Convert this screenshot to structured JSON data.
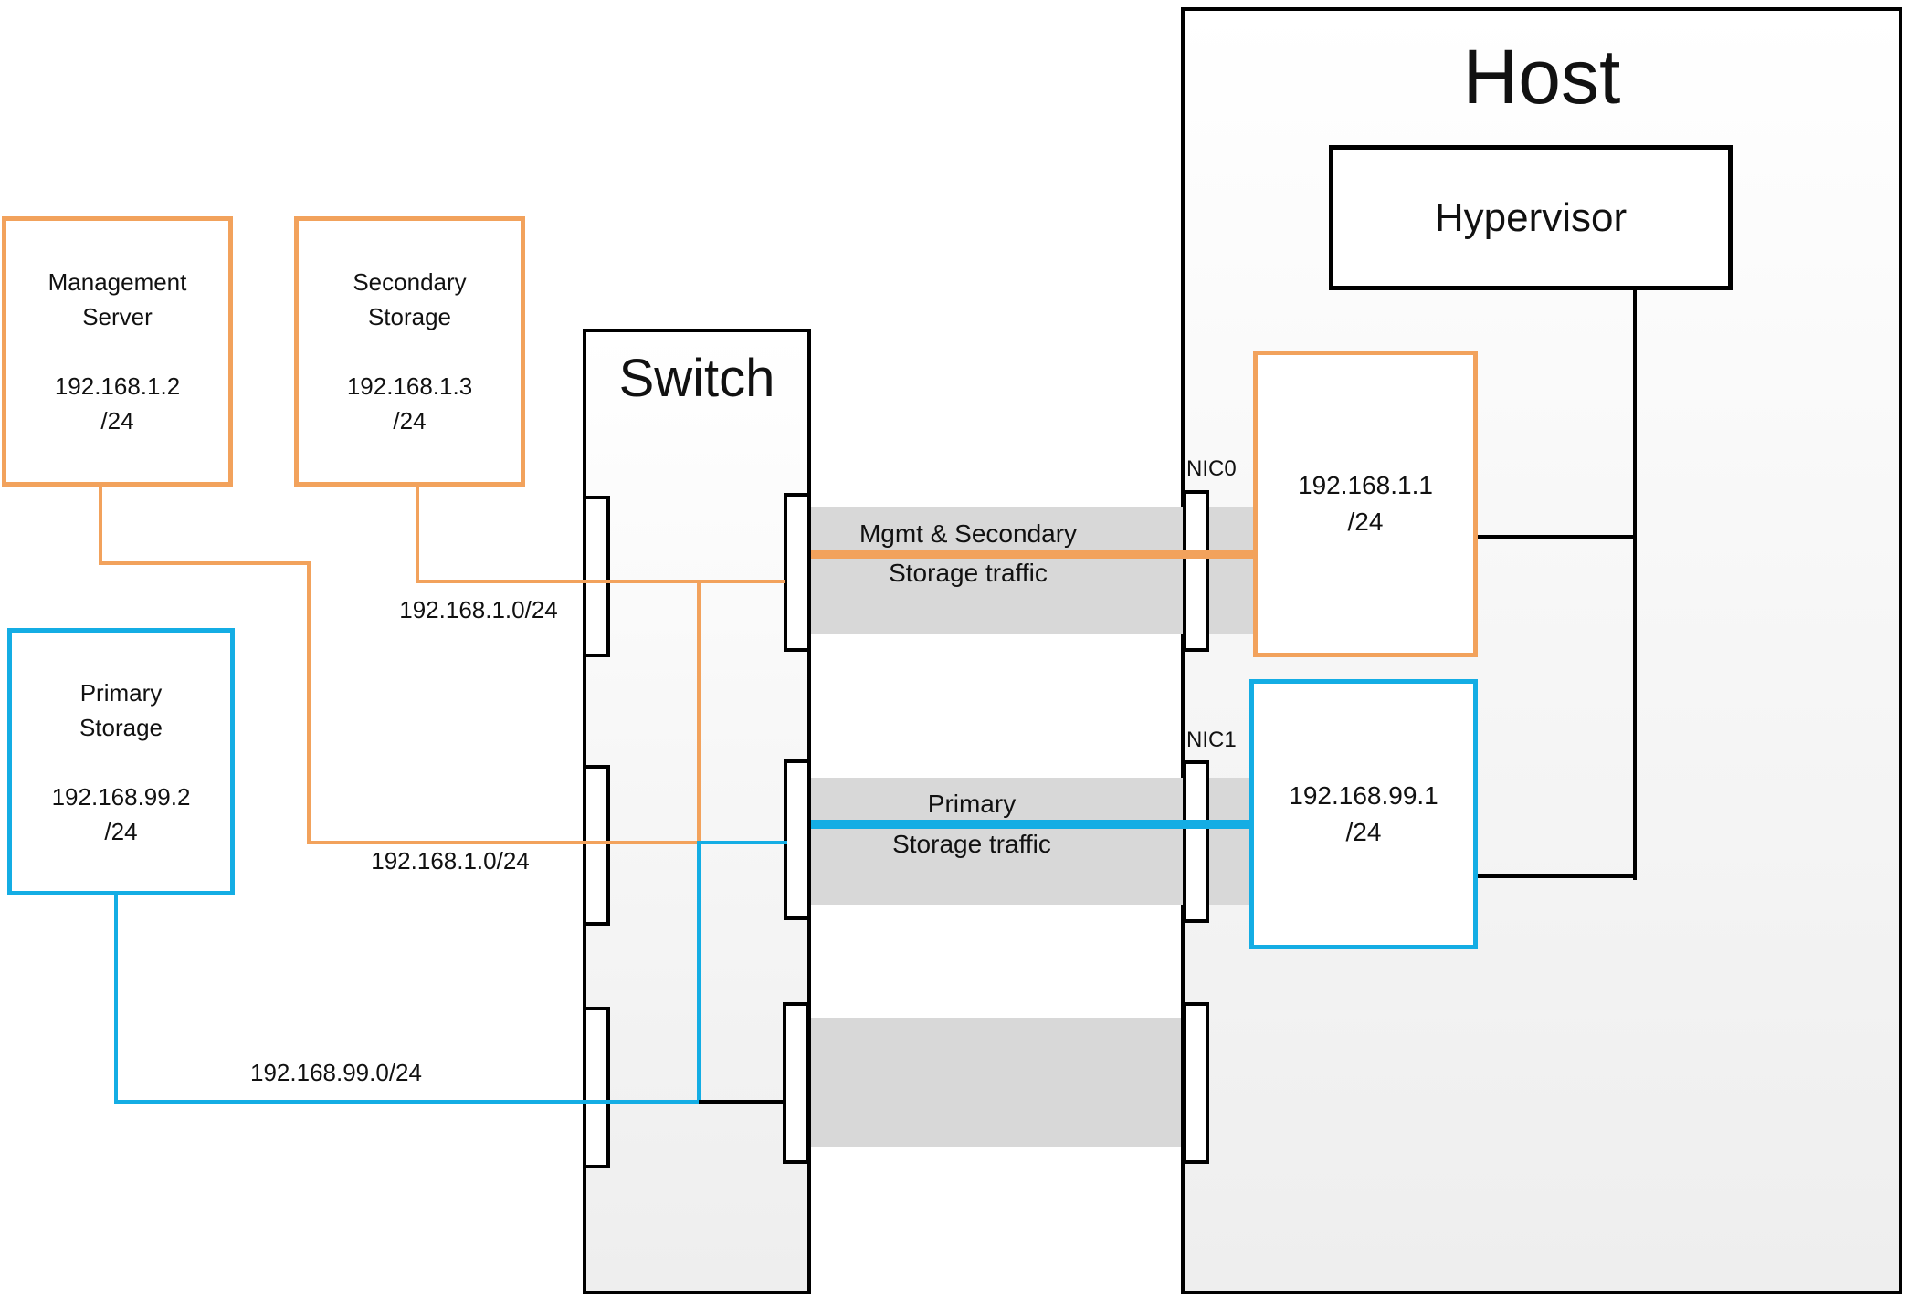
{
  "nodes": {
    "management": {
      "name_line1": "Management",
      "name_line2": "Server",
      "ip": "192.168.1.2",
      "mask": "/24"
    },
    "secondary": {
      "name_line1": "Secondary",
      "name_line2": "Storage",
      "ip": "192.168.1.3",
      "mask": "/24"
    },
    "primary": {
      "name_line1": "Primary",
      "name_line2": "Storage",
      "ip": "192.168.99.2",
      "mask": "/24"
    },
    "switch": {
      "label": "Switch"
    },
    "host": {
      "label": "Host"
    },
    "hypervisor": {
      "label": "Hypervisor"
    },
    "nic0": {
      "port_label": "NIC0",
      "ip": "192.168.1.1",
      "mask": "/24"
    },
    "nic1": {
      "port_label": "NIC1",
      "ip": "192.168.99.1",
      "mask": "/24"
    }
  },
  "labels": {
    "subnet_mgmt_secondary": "192.168.1.0/24",
    "subnet_mgmt_host": "192.168.1.0/24",
    "subnet_primary": "192.168.99.0/24"
  },
  "traffic": {
    "band1_line1": "Mgmt & Secondary",
    "band1_line2": "Storage traffic",
    "band2_line1": "Primary",
    "band2_line2": "Storage traffic"
  },
  "colors": {
    "orange": "#F2A25C",
    "blue": "#14ADE4",
    "band_gray": "#D8D8D8",
    "black": "#000000"
  }
}
